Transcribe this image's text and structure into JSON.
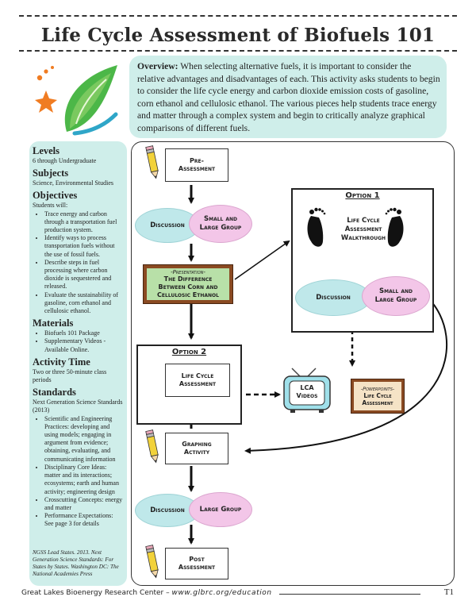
{
  "title": "Life Cycle Assessment of Biofuels 101",
  "overview": {
    "label": "Overview:",
    "text": "When selecting alternative fuels, it is important to consider the relative advantages and disadvantages of each. This activity asks students to begin to consider the life cycle energy and carbon dioxide emission costs of gasoline, corn ethanol and cellulosic ethanol. The various pieces help students trace energy and matter through a complex system and begin to critically analyze graphical comparisons of different fuels."
  },
  "sidebar": {
    "levels_heading": "Levels",
    "levels": "6 through Undergraduate",
    "subjects_heading": "Subjects",
    "subjects": "Science, Environmental Studies",
    "objectives_heading": "Objectives",
    "objectives_intro": "Students will:",
    "objectives": [
      "Trace energy and carbon through a transportation fuel production system.",
      "Identify ways to process transportation fuels without the use of fossil fuels.",
      "Describe steps in fuel processing where carbon dioxide is sequestered and released.",
      "Evaluate the sustainability of gasoline, corn ethanol and cellulosic ethanol."
    ],
    "materials_heading": "Materials",
    "materials": [
      "Biofuels 101 Package",
      "Supplementary Videos - Available Online."
    ],
    "time_heading": "Activity Time",
    "time": "Two or three 50-minute class periods",
    "standards_heading": "Standards",
    "standards_intro": "Next Generation Science Standards (2013)",
    "standards": [
      "Scientific and Engineering Practices: developing and using models; engaging in argument from evidence; obtaining, evaluating, and communicating information",
      "Disciplinary Core Ideas: matter and its interactions; ecosystems; earth and human activity; engineering design",
      "Crosscutting Concepts: energy and matter",
      "Performance Expectations: See page 3 for details"
    ],
    "citation": "NGSS Lead States. 2013. Next Generation Science Standards: For States by States. Washington DC: The National Academies Press"
  },
  "flow": {
    "pre_assessment_1": "Pre-",
    "pre_assessment_2": "Assessment",
    "discussion": "Discussion",
    "small_large_1": "Small and",
    "small_large_2": "Large Group",
    "presentation_label": "-Presentation-",
    "presentation_1": "The Difference",
    "presentation_2": "Between Corn and",
    "presentation_3": "Cellulosic Ethanol",
    "option1": "Option 1",
    "walk_1": "Life Cycle",
    "walk_2": "Assessment",
    "walk_3": "Walkthrough",
    "option2": "Option 2",
    "lca_1": "Life Cycle",
    "lca_2": "Assessment",
    "videos_1": "LCA",
    "videos_2": "Videos",
    "powerpoint_label": "-Powerpoints-",
    "powerpoint_1": "Life Cycle",
    "powerpoint_2": "Assessment",
    "graphing_1": "Graphing",
    "graphing_2": "Activity",
    "large_group": "Large Group",
    "post_1": "Post",
    "post_2": "Assessment"
  },
  "footer": {
    "org": "Great Lakes Bioenergy Research Center –",
    "url": "www.glbrc.org/education",
    "page": "T1"
  },
  "colors": {
    "aqua_panel": "#cfeeea",
    "bubble_blue": "#bfe8ea",
    "bubble_pink": "#f3c6e8",
    "pencil_yellow": "#f2d23a",
    "board_brown": "#8a4a22",
    "board_green": "#b8e0a8",
    "leaf_green": "#4cb748",
    "star_orange": "#f07c22"
  }
}
